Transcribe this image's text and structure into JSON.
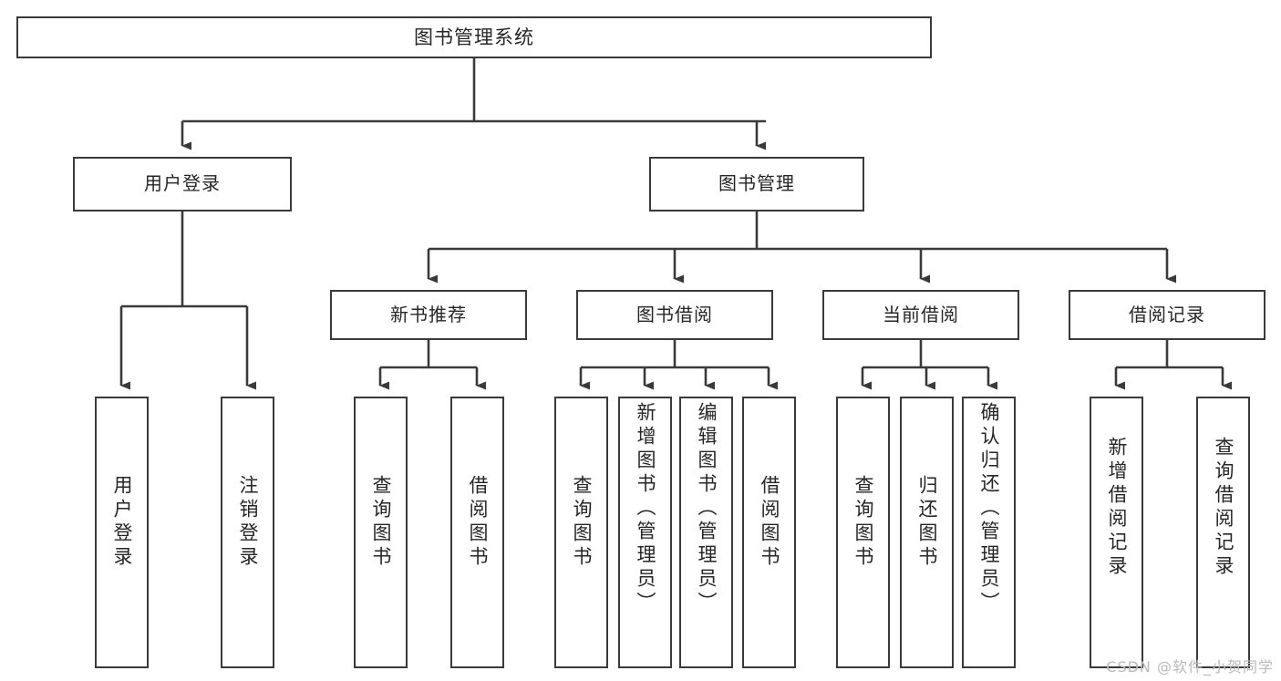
{
  "diagram": {
    "title": "图书管理系统",
    "type": "tree",
    "orientation": "top-down",
    "colors": {
      "background": "#ffffff",
      "box_fill": "#ffffff",
      "box_border": "#3a3a3a",
      "text": "#262626",
      "connector": "#3a3a3a",
      "watermark": "#b9b9b9"
    }
  },
  "root": {
    "label": "图书管理系统"
  },
  "level1": [
    {
      "label": "用户登录"
    },
    {
      "label": "图书管理"
    }
  ],
  "level2": [
    {
      "label": "新书推荐"
    },
    {
      "label": "图书借阅"
    },
    {
      "label": "当前借阅"
    },
    {
      "label": "借阅记录"
    }
  ],
  "leaves": {
    "user_login": [
      {
        "label": "用户登录"
      },
      {
        "label": "注销登录"
      }
    ],
    "new_book_recommend": [
      {
        "label": "查询图书"
      },
      {
        "label": "借阅图书"
      }
    ],
    "book_borrow": [
      {
        "label": "查询图书"
      },
      {
        "label": "新增图书（管理员）"
      },
      {
        "label": "编辑图书（管理员）"
      },
      {
        "label": "借阅图书"
      }
    ],
    "current_borrow": [
      {
        "label": "查询图书"
      },
      {
        "label": "归还图书"
      },
      {
        "label": "确认归还（管理员）"
      }
    ],
    "borrow_records": [
      {
        "label": "新增借阅记录"
      },
      {
        "label": "查询借阅记录"
      }
    ]
  },
  "watermark": {
    "text": "CSDN @软件_小贺同学"
  }
}
